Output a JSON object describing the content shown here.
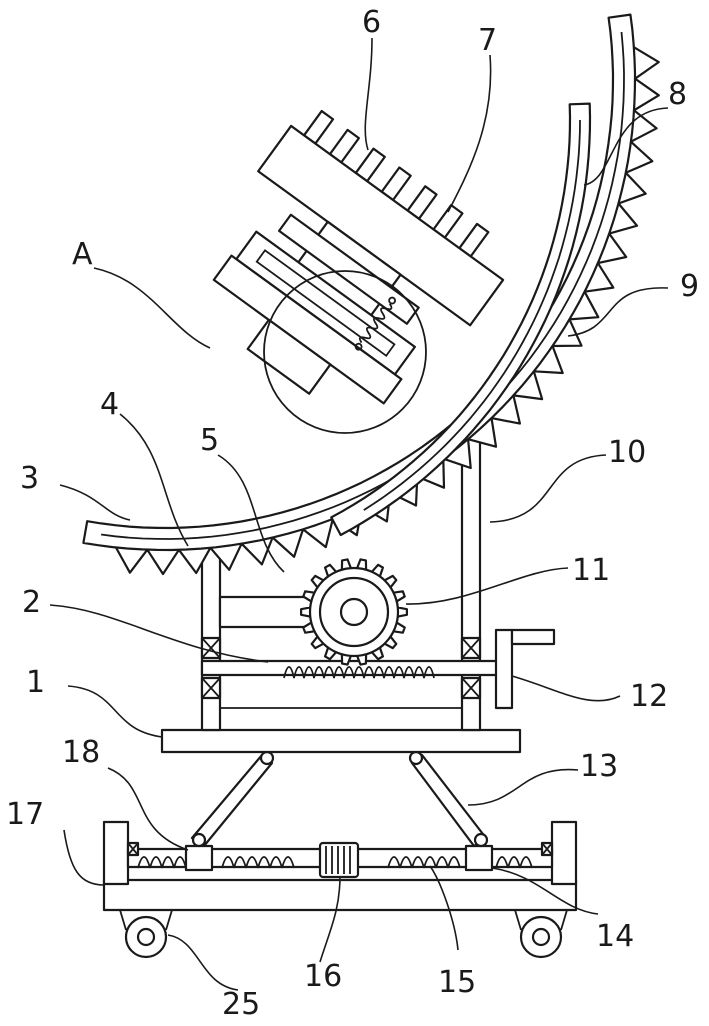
{
  "labels": {
    "l1": "1",
    "l2": "2",
    "l3": "3",
    "l4": "4",
    "l5": "5",
    "l6": "6",
    "l7": "7",
    "l8": "8",
    "l9": "9",
    "l10": "10",
    "l11": "11",
    "l12": "12",
    "l13": "13",
    "l14": "14",
    "l15": "15",
    "l16": "16",
    "l17": "17",
    "l18": "18",
    "l25": "25",
    "lA": "A"
  }
}
